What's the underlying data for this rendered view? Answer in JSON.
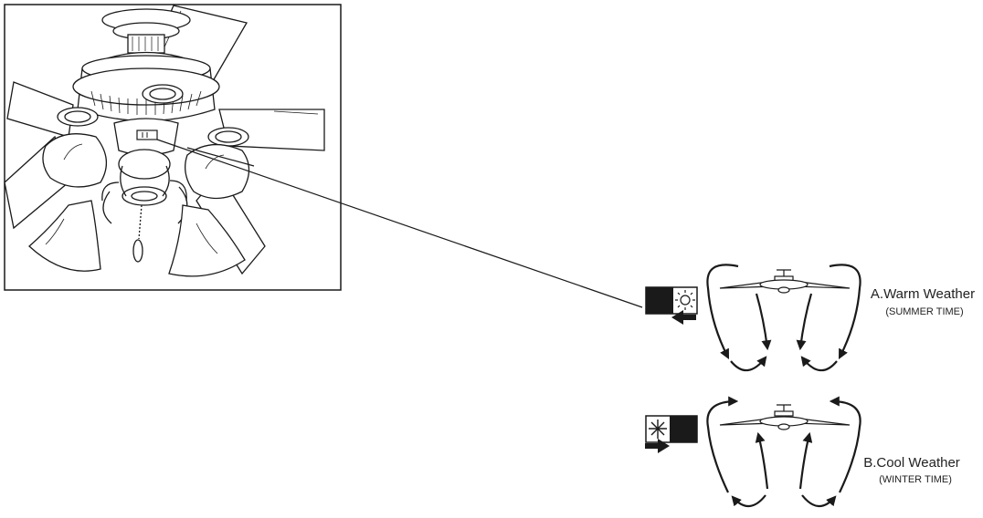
{
  "modes": [
    {
      "title": "A.Warm Weather",
      "subtitle": "(SUMMER TIME)",
      "season_icon": "sun-icon",
      "airflow": "down"
    },
    {
      "title": "B.Cool Weather",
      "subtitle": "(WINTER TIME)",
      "season_icon": "snowflake-icon",
      "airflow": "up"
    }
  ],
  "colors": {
    "ink": "#1a1a1a",
    "background": "#ffffff"
  }
}
